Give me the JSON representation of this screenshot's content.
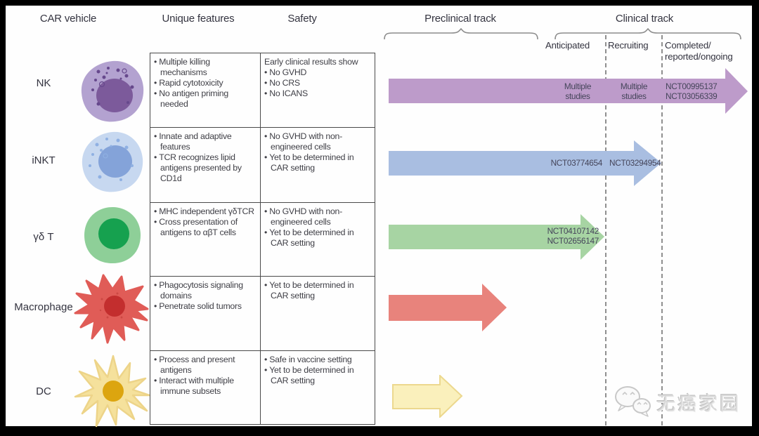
{
  "header": {
    "car_vehicle": "CAR vehicle",
    "unique_features": "Unique features",
    "safety": "Safety",
    "preclinical_track": "Preclinical track",
    "clinical_track": "Clinical track",
    "anticipated": "Anticipated",
    "recruiting": "Recruiting",
    "completed": "Completed/\nreported/ongoing"
  },
  "rows": [
    {
      "vehicle": "NK",
      "icon": "nk-cell-icon",
      "arrow_color": "#bd9bca",
      "features": [
        "Multiple killing mechanisms",
        "Rapid cytotoxicity",
        "No antigen priming needed"
      ],
      "safety_intro": "Early clinical results show",
      "safety": [
        "No GVHD",
        "No CRS",
        "No ICANS"
      ],
      "anticipated": "Multiple\nstudies",
      "recruiting": "Multiple\nstudies",
      "completed": "NCT00995137\nNCT03056339"
    },
    {
      "vehicle": "iNKT",
      "icon": "inkt-cell-icon",
      "arrow_color": "#a9bee1",
      "features": [
        "Innate and adaptive features",
        "TCR recognizes lipid antigens presented by CD1d"
      ],
      "safety": [
        "No GVHD with non-engineered cells",
        "Yet to be determined in CAR setting"
      ],
      "anticipated": "NCT03774654",
      "recruiting": "NCT03294954"
    },
    {
      "vehicle": "γδ T",
      "icon": "gamma-delta-t-cell-icon",
      "arrow_color": "#a7d4a3",
      "features": [
        "MHC independent γδTCR",
        "Cross presentation of antigens to αβT cells"
      ],
      "safety": [
        "No GVHD with non-engineered cells",
        "Yet to be determined in CAR setting"
      ],
      "anticipated": "NCT04107142\nNCT02656147"
    },
    {
      "vehicle": "Macrophage",
      "icon": "macrophage-cell-icon",
      "arrow_color": "#e8837c",
      "features": [
        "Phagocytosis signaling domains",
        "Penetrate solid tumors"
      ],
      "safety": [
        "Yet to be determined in CAR setting"
      ]
    },
    {
      "vehicle": "DC",
      "icon": "dc-cell-icon",
      "arrow_color": "#faf0bc",
      "features": [
        "Process and present antigens",
        "Interact with multiple immune subsets"
      ],
      "safety": [
        "Safe in vaccine setting",
        "Yet to be determined in CAR setting"
      ]
    }
  ],
  "watermark": {
    "text": "无癌家园",
    "icon": "wechat-icon"
  },
  "colors": {
    "nk_arrow": "#bd9bca",
    "inkt_arrow": "#a9bee1",
    "gdt_arrow": "#a7d4a3",
    "macrophage_arrow": "#e8837c",
    "dc_arrow": "#faf0bc"
  }
}
